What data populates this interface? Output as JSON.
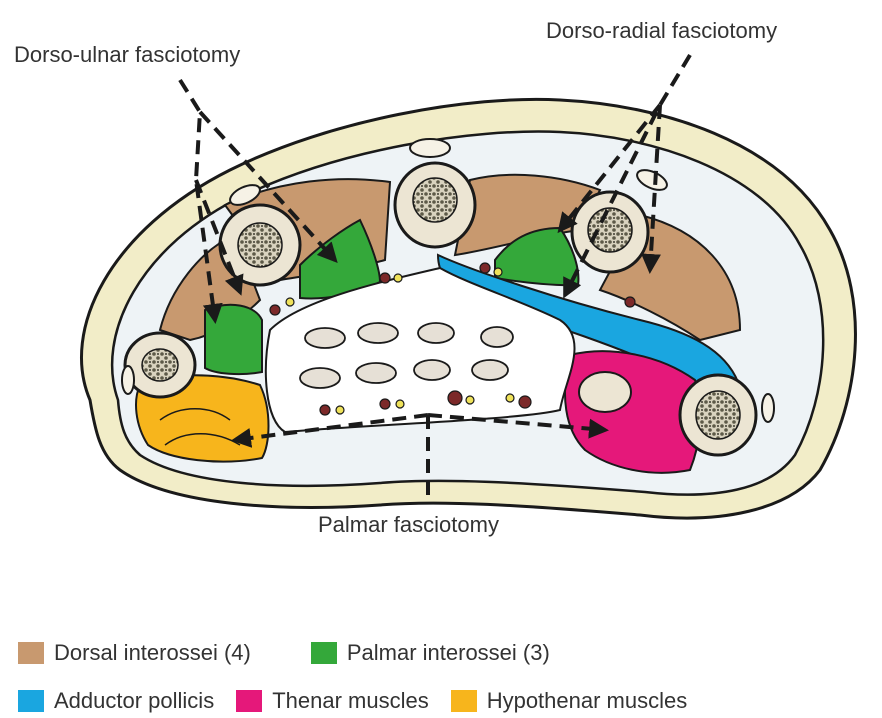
{
  "labels": {
    "dorso_ulnar": "Dorso-ulnar fasciotomy",
    "dorso_radial": "Dorso-radial fasciotomy",
    "palmar": "Palmar fasciotomy"
  },
  "legend": [
    {
      "label": "Dorsal interossei (4)",
      "color": "#c8996f"
    },
    {
      "label": "Palmar interossei (3)",
      "color": "#34a83a"
    },
    {
      "label": "Adductor pollicis",
      "color": "#1aa6e0"
    },
    {
      "label": "Thenar muscles",
      "color": "#e5187a"
    },
    {
      "label": "Hypothenar muscles",
      "color": "#f7b51c"
    }
  ],
  "colors": {
    "skin": "#f2edc8",
    "bone_fill": "#ece5d3",
    "bone_marrow": "#6d6a55",
    "vein": "#7c2929",
    "nerve": "#efe25a",
    "outline": "#1a1a1a"
  }
}
